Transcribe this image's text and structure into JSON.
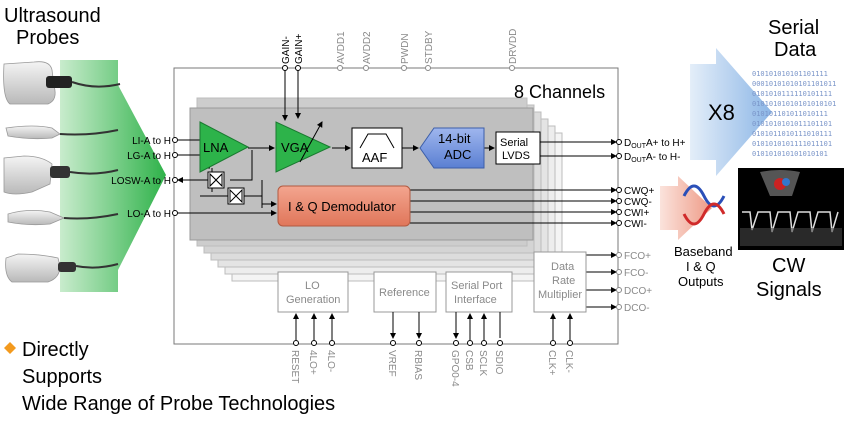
{
  "left": {
    "title_line1": "Ultrasound",
    "title_line2": "Probes",
    "bullet_line1": "Directly",
    "bullet_line2": "Supports",
    "bullet_line3": "Wide Range of Probe Technologies"
  },
  "right": {
    "serial_line1": "Serial",
    "serial_line2": "Data",
    "x8": "X8",
    "baseband_line1": "Baseband",
    "baseband_line2": "I & Q",
    "baseband_line3": "Outputs",
    "cw_line1": "CW",
    "cw_line2": "Signals",
    "binary_rows": [
      "010101010101101111",
      "00010101010101101011",
      "0101010111110101111",
      "01010101010101010101",
      "010101101011010111",
      "0101010101011101101",
      "0101011010111010111",
      "0101010101111011101",
      "010101010101010101"
    ]
  },
  "chip": {
    "channels_label": "8 Channels",
    "top_pins": [
      "GAIN-",
      "GAIN+",
      "AVDD1",
      "AVDD2",
      "PWDN",
      "STDBY",
      "DRVDD"
    ],
    "left_pins": [
      "LI-A to H",
      "LG-A to H",
      "LOSW-A to H",
      "LO-A to H"
    ],
    "right_pins_main": [
      "D_OUT A+ to H+",
      "D_OUT A- to H-"
    ],
    "dout_prefix": "D",
    "dout_sub": "OUT",
    "dout_plus_suffix": "A+ to H+",
    "dout_minus_suffix": "A- to H-",
    "right_pins_cw": [
      "CWQ+",
      "CWQ-",
      "CWI+",
      "CWI-"
    ],
    "right_pins_clk": [
      "FCO+",
      "FCO-",
      "DCO+",
      "DCO-"
    ],
    "bottom_pins": [
      "RESET",
      "4LO+",
      "4LO-",
      "VREF",
      "RBIAS",
      "GPO0-4",
      "CSB",
      "SCLK",
      "SDIO",
      "CLK+",
      "CLK-"
    ],
    "blocks": {
      "lna": "LNA",
      "vga": "VGA",
      "aaf": "AAF",
      "adc_line1": "14-bit",
      "adc_line2": "ADC",
      "serial_line1": "Serial",
      "serial_line2": "LVDS",
      "iq": "I & Q Demodulator",
      "lo_line1": "LO",
      "lo_line2": "Generation",
      "reference": "Reference",
      "spi_line1": "Serial Port",
      "spi_line2": "Interface",
      "drm_line1": "Data",
      "drm_line2": "Rate",
      "drm_line3": "Multiplier"
    }
  },
  "colors": {
    "green": "#2db34a",
    "blue_adc": "#6f8fd9",
    "salmon": "#e8876d",
    "arrow_blue": "#9dc3ea",
    "bullet": "#f39a1e"
  },
  "icons": [
    "ultrasound-probe-icon",
    "binary-data-icon",
    "sine-wave-icon",
    "doppler-display-icon",
    "switch-icon"
  ]
}
